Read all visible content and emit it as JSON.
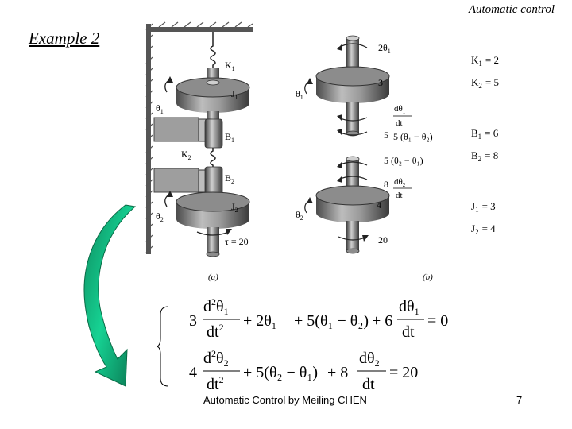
{
  "header": {
    "title": "Automatic control"
  },
  "slide": {
    "example_title": "Example 2"
  },
  "figure": {
    "panel_labels": [
      "(a)",
      "(b)"
    ],
    "diagram_a_labels": {
      "k1": "K",
      "k1_sub": "1",
      "j1": "J",
      "j1_sub": "1",
      "theta1": "θ",
      "theta1_sub": "1",
      "b1": "B",
      "b1_sub": "1",
      "k2": "K",
      "k2_sub": "2",
      "b2": "B",
      "b2_sub": "2",
      "j2": "J",
      "j2_sub": "2",
      "theta2": "θ",
      "theta2_sub": "2",
      "tau": "τ = 20"
    },
    "diagram_b_labels": {
      "torque_top": "2θ",
      "torque_top_sub": "1",
      "disk1_value": "3",
      "theta1": "θ",
      "theta1_sub": "1",
      "damping1_coef": "5",
      "damping1_num": "dθ",
      "damping1_num_sub": "1",
      "damping1_den": "dt",
      "coupling1": "5 (θ₁ − θ₂)",
      "coupling2": "5 (θ₂ − θ₁)",
      "damping2_coef": "8",
      "damping2_num": "dθ",
      "damping2_num_sub": "2",
      "damping2_den": "dt",
      "disk2_value": "4",
      "theta2": "θ",
      "theta2_sub": "2",
      "torque_bottom": "20"
    },
    "parameters": [
      {
        "symbol": "K",
        "sub": "1",
        "value": "= 2"
      },
      {
        "symbol": "K",
        "sub": "2",
        "value": "= 5"
      },
      {
        "symbol": "B",
        "sub": "1",
        "value": "= 6"
      },
      {
        "symbol": "B",
        "sub": "2",
        "value": "= 8"
      },
      {
        "symbol": "J",
        "sub": "1",
        "value": "= 3"
      },
      {
        "symbol": "J",
        "sub": "2",
        "value": "= 4"
      }
    ]
  },
  "equations": {
    "eq1": {
      "coef_j": "3",
      "num_d": "d",
      "num_sup": "2",
      "num_var": "θ",
      "num_sub": "1",
      "den_dt": "dt",
      "den_sup": "2",
      "spring_term": "+ 2θ",
      "spring_sub": "1",
      "coupling_term": "+ 5(θ₁ − θ₂)",
      "damp_coef": "+ 6",
      "damp_num": "dθ",
      "damp_num_sub": "1",
      "damp_den": "dt",
      "rhs": "= 0"
    },
    "eq2": {
      "coef_j": "4",
      "num_d": "d",
      "num_sup": "2",
      "num_var": "θ",
      "num_sub": "2",
      "den_dt": "dt",
      "den_sup": "2",
      "coupling_term": "+ 5(θ₂ − θ₁)",
      "damp_coef": "+ 8",
      "damp_num": "dθ",
      "damp_num_sub": "2",
      "damp_den": "dt",
      "rhs": "= 20"
    }
  },
  "colors": {
    "arrow_fill": "#14c98a",
    "arrow_dark": "#0a6b46",
    "gray_dark": "#3c3c3c",
    "gray_mid": "#888888",
    "gray_light": "#d0d0d0"
  },
  "footer": {
    "author_line": "Automatic Control by Meiling CHEN",
    "page_number": "7"
  }
}
